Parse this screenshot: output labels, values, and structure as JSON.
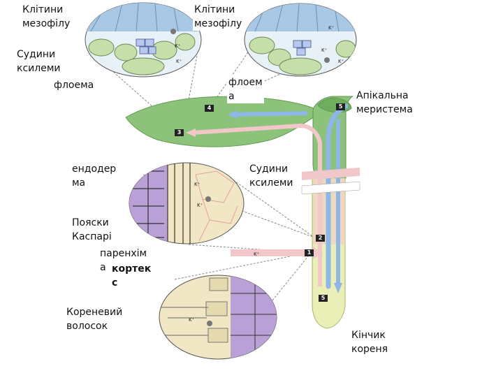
{
  "labels": {
    "mesophyll_left": "Клітини\nмезофілу",
    "mesophyll_right": "Клітини\nмезофілу",
    "xylem_top": "Судини\nксилеми",
    "phloem_left": "флоема",
    "phloem_mid": "флоем\nа",
    "apical": "Апікальна\nмеристема",
    "endodermis": "ендодер\nма",
    "xylem_mid": "Судини\nксилеми",
    "caspary": "Пояски\nКаспарі",
    "parenchyma": "паренхім\nа",
    "cortex": "кортек\nс",
    "root_hair": "Кореневий\nволосок",
    "root_tip": "Кінчик\nкореня"
  },
  "markers": {
    "m1": "1",
    "m2": "2",
    "m3": "3",
    "m4": "4",
    "m5a": "5",
    "m5b": "5"
  },
  "ion_label": "K⁺",
  "colors": {
    "leaf": "#8cc27a",
    "leaf_dark": "#5f9a52",
    "cell_blue": "#a9c8e6",
    "cell_green": "#c6dea9",
    "cell_purple": "#b9a0d6",
    "cell_cream": "#f2e7c4",
    "arrow_blue": "#8eb6e6",
    "arrow_pink": "#f2c7c9",
    "root": "#e9efb7"
  }
}
